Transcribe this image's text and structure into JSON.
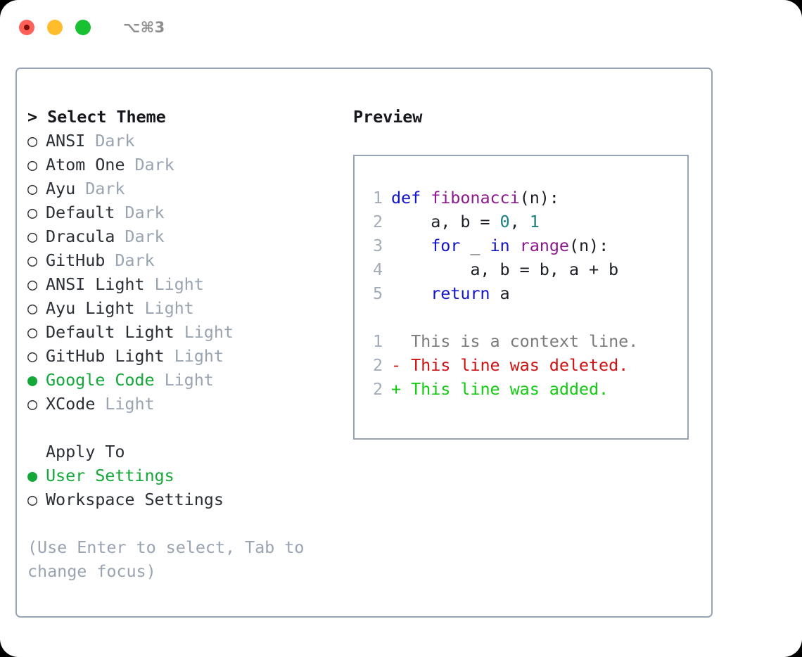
{
  "titlebar": {
    "shortcut": "⌥⌘3",
    "buttons": [
      {
        "name": "close",
        "color": "#ff6058"
      },
      {
        "name": "minimize",
        "color": "#ffbd2e"
      },
      {
        "name": "maximize",
        "color": "#18c132"
      }
    ]
  },
  "colors": {
    "selected_green": "#14a83a",
    "muted_gray": "#9aa4b1",
    "border": "#98a4b3",
    "keyword_blue": "#1414c8",
    "function_purple": "#8d1a8d",
    "number_teal": "#1a8080",
    "diff_deleted_red": "#cc1111",
    "diff_added_green": "#11cc11",
    "diff_context_gray": "#7b7b7b"
  },
  "theme_picker": {
    "header": "> Select Theme",
    "marks": {
      "selected": "●",
      "unselected": "○"
    },
    "items": [
      {
        "mark": "○",
        "label": "ANSI",
        "suffix": " Dark",
        "selected": false
      },
      {
        "mark": "○",
        "label": "Atom One",
        "suffix": " Dark",
        "selected": false
      },
      {
        "mark": "○",
        "label": "Ayu",
        "suffix": " Dark",
        "selected": false
      },
      {
        "mark": "○",
        "label": "Default",
        "suffix": " Dark",
        "selected": false
      },
      {
        "mark": "○",
        "label": "Dracula",
        "suffix": " Dark",
        "selected": false
      },
      {
        "mark": "○",
        "label": "GitHub",
        "suffix": " Dark",
        "selected": false
      },
      {
        "mark": "○",
        "label": "ANSI Light",
        "suffix": " Light",
        "selected": false
      },
      {
        "mark": "○",
        "label": "Ayu Light",
        "suffix": " Light",
        "selected": false
      },
      {
        "mark": "○",
        "label": "Default Light",
        "suffix": " Light",
        "selected": false
      },
      {
        "mark": "○",
        "label": "GitHub Light",
        "suffix": " Light",
        "selected": false
      },
      {
        "mark": "●",
        "label": "Google Code",
        "suffix": " Light",
        "selected": true
      },
      {
        "mark": "○",
        "label": "XCode",
        "suffix": " Light",
        "selected": false
      }
    ]
  },
  "apply_to": {
    "header": "Apply To",
    "items": [
      {
        "mark": "●",
        "label": "User Settings",
        "selected": true
      },
      {
        "mark": "○",
        "label": "Workspace Settings",
        "selected": false
      }
    ]
  },
  "hint": "(Use Enter to select, Tab to change focus)",
  "preview": {
    "header": "Preview",
    "code_lines": [
      {
        "number": "1",
        "tokens": [
          {
            "text": "def ",
            "type": "kw"
          },
          {
            "text": "fibonacci",
            "type": "fn"
          },
          {
            "text": "(n):",
            "type": "pl"
          }
        ]
      },
      {
        "number": "2",
        "tokens": [
          {
            "text": "    a, b = ",
            "type": "pl"
          },
          {
            "text": "0",
            "type": "num"
          },
          {
            "text": ", ",
            "type": "pl"
          },
          {
            "text": "1",
            "type": "num"
          }
        ]
      },
      {
        "number": "3",
        "tokens": [
          {
            "text": "    for",
            "type": "kw"
          },
          {
            "text": " _ ",
            "type": "pl"
          },
          {
            "text": "in",
            "type": "kw"
          },
          {
            "text": " ",
            "type": "pl"
          },
          {
            "text": "range",
            "type": "fn"
          },
          {
            "text": "(n):",
            "type": "pl"
          }
        ]
      },
      {
        "number": "4",
        "tokens": [
          {
            "text": "        a, b = b, a + b",
            "type": "pl"
          }
        ]
      },
      {
        "number": "5",
        "tokens": [
          {
            "text": "    return",
            "type": "kw"
          },
          {
            "text": " a",
            "type": "pl"
          }
        ]
      }
    ],
    "diff_lines": [
      {
        "number": "1",
        "prefix": "  ",
        "text": "This is a context line.",
        "kind": "context"
      },
      {
        "number": "2",
        "prefix": "- ",
        "text": "This line was deleted.",
        "kind": "deleted"
      },
      {
        "number": "2",
        "prefix": "+ ",
        "text": "This line was added.",
        "kind": "added"
      }
    ]
  }
}
